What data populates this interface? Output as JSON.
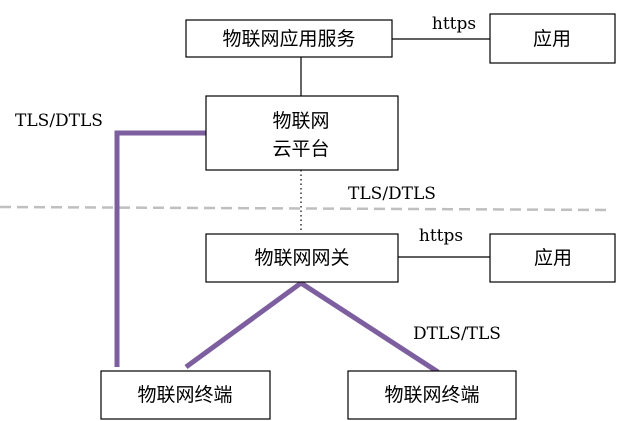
{
  "nodes": {
    "app_service": "物联网应用服务",
    "cloud_line1": "物联网",
    "cloud_line2": "云平台",
    "gateway": "物联网网关",
    "app_top": "应用",
    "app_mid": "应用",
    "terminal_left": "物联网终端",
    "terminal_right": "物联网终端"
  },
  "edge_labels": {
    "https_top": "https",
    "https_mid": "https",
    "tls_dtls_left": "TLS/DTLS",
    "tls_dtls_center": "TLS/DTLS",
    "dtls_tls_right": "DTLS/TLS"
  },
  "colors": {
    "secure_path": "#7d5fa0",
    "boundary": "#bfbfbf",
    "box_border": "#000000"
  }
}
